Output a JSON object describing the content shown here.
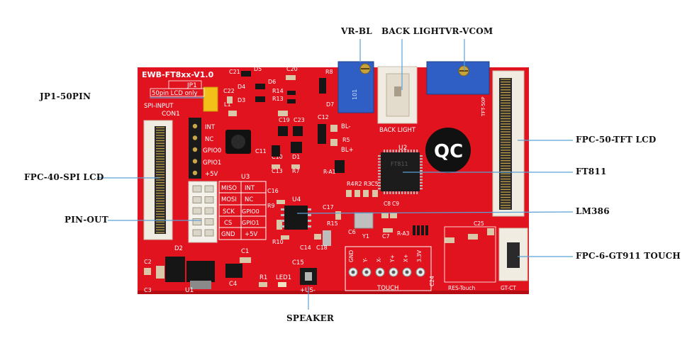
{
  "board": {
    "title": "EWB-FT8xx-V1.0",
    "jp1_label": "JP1",
    "jp1_note": "50pin LCD only",
    "spi_input": "SPI-INPUT",
    "con1": "CON1",
    "con1_pins": [
      "INT",
      "NC",
      "GPIO0",
      "GPIO1",
      "+5V"
    ],
    "pinout_table": [
      [
        "MISO",
        "INT"
      ],
      [
        "MOSI",
        "NC"
      ],
      [
        "SCK",
        "GPIO0"
      ],
      [
        "CS",
        "GPIO1"
      ],
      [
        "GND",
        "+5V"
      ]
    ],
    "qc": "QC",
    "back_light": "BACK LIGHT",
    "bl_minus": "BL-",
    "bl_plus": "BL+",
    "touch": "TOUCH",
    "touch_pins": [
      "GND",
      "Y-",
      "X-",
      "Y+",
      "X+",
      "3.3V"
    ],
    "res_touch": "RES-Touch",
    "gt_ct": "GT-CT",
    "tft_50p": "TFT-50P",
    "us": "+US-",
    "ref_u1": "U1",
    "ref_u2": "U2",
    "ref_u3": "U3",
    "ref_u4": "U4",
    "ref_d2": "D2",
    "ref_c1": "C1",
    "ref_c2": "C2",
    "ref_c3": "C3",
    "ref_c4": "C4",
    "ref_r1": "R1",
    "ref_led1": "LED1",
    "ref_c15": "C15",
    "ref_c14": "C14",
    "ref_c18": "C18",
    "ref_r10": "R10",
    "ref_c16": "C16",
    "ref_r9": "R9",
    "ref_c17": "C17",
    "ref_y1": "Y1",
    "ref_c7": "C7",
    "ref_c6": "C6",
    "ref_ra3": "R-A3",
    "ref_ra1": "R-A1",
    "ref_c12": "C12",
    "ref_r5": "R5",
    "ref_r8": "R8",
    "ref_d7": "D7",
    "ref_d6": "D6",
    "ref_d5": "D5",
    "ref_d4": "D4",
    "ref_d3": "D3",
    "ref_c20": "C20",
    "ref_c21": "C21",
    "ref_c22": "C22",
    "ref_r14": "R14",
    "ref_r13": "R13",
    "ref_l1": "L1",
    "ref_c19": "C19",
    "ref_c23": "C23",
    "ref_c11": "C11",
    "ref_c10": "C10",
    "ref_d1": "D1",
    "ref_c13": "C13",
    "ref_r7": "R7",
    "ref_c25": "C25",
    "ref_r4": "R4",
    "ref_r2": "R2",
    "ref_r3": "R3",
    "ref_c5": "C5",
    "ref_c8": "C8",
    "ref_c9": "C9",
    "ref_r15": "R15",
    "ref_c24": "C24",
    "u2_marking": "FT811",
    "vr_marking": "101"
  },
  "callouts": {
    "vr_bl": "VR-BL",
    "back_light": "BACK LIGHT",
    "vr_vcom": "VR-VCOM",
    "jp1_50pin": "JP1-50PIN",
    "fpc_50_tft": "FPC-50-TFT LCD",
    "fpc_40_spi": "FPC-40-SPI LCD",
    "ft811": "FT811",
    "pin_out": "PIN-OUT",
    "lm386": "LM386",
    "fpc_6_gt911": "FPC-6-GT911 TOUCH",
    "speaker": "SPEAKER"
  },
  "colors": {
    "pcb": "#e0131e",
    "pcb_dark": "#b50c14",
    "silkscreen": "#ffffff",
    "connector": "#f1ece2",
    "ic": "#1c1c1c",
    "trimmer_blue": "#2f5fc4",
    "jumper_yellow": "#f3c01a",
    "leader_line": "#5aa0d6"
  }
}
